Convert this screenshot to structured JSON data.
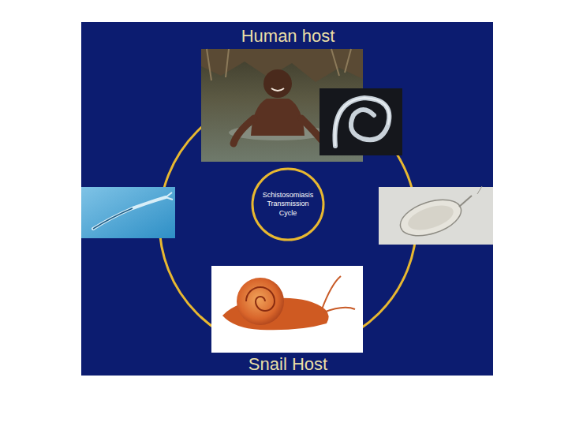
{
  "diagram": {
    "nodes": [
      {
        "text": [
          "Schistosomiasis Transmission Cycle"
        ]
      }
    ],
    "edges": [],
    "labels": [
      "Human host",
      "Snail Host"
    ]
  }
}
